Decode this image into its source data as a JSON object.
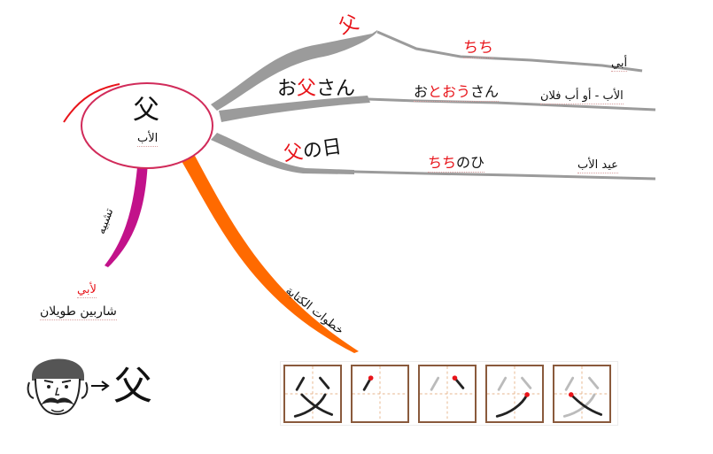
{
  "center": {
    "kanji": "父",
    "meaning": "الأب"
  },
  "branches": {
    "top": {
      "kanji": "父",
      "reading": "ちち",
      "meaning": "أبي"
    },
    "middle": {
      "word": {
        "prefix": "お",
        "kanji": "父",
        "suffix": "さん"
      },
      "reading": {
        "prefix": "お",
        "highlight": "とおう",
        "suffix": "さん"
      },
      "meaning": "الأب - أو أب فلان"
    },
    "bottom": {
      "word": {
        "kanji": "父",
        "suffix": "の日"
      },
      "reading": {
        "highlight": "ちち",
        "suffix": "のひ"
      },
      "meaning": "عيد الأب"
    }
  },
  "mnemonic": {
    "label": "تشبيه",
    "title": "لأبي",
    "text": "شاربين طويلان"
  },
  "stroke_order": {
    "label": "خطوات الكتابة",
    "kanji": "父",
    "steps": 4
  },
  "colors": {
    "red": "#e8141a",
    "gray_branch": "#9b9b9b",
    "magenta": "#c2128a",
    "orange": "#ff6a00",
    "grid_border": "#8a5a3c"
  }
}
